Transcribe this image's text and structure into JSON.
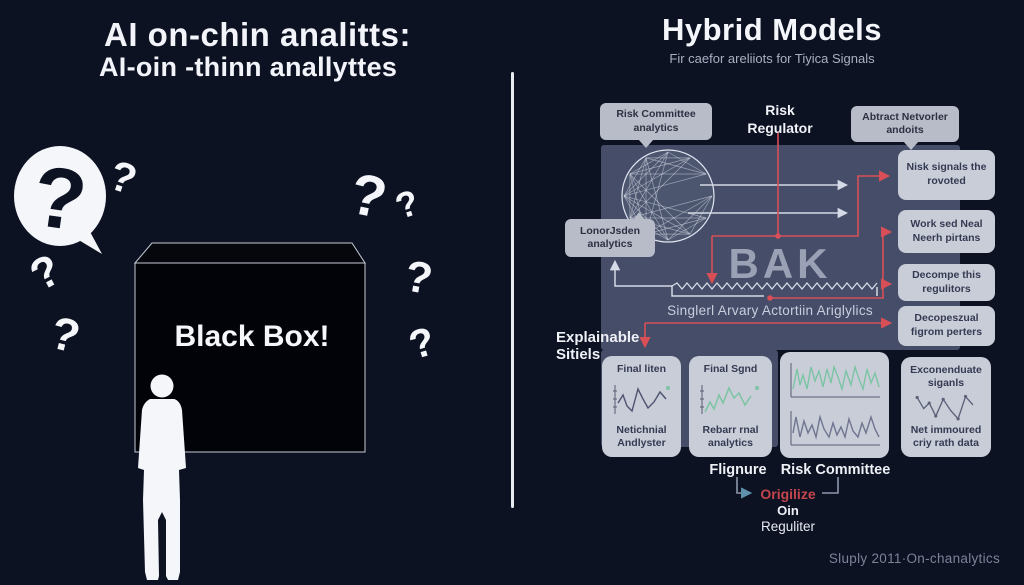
{
  "left": {
    "title_line1": "AI on-chin analitts:",
    "title_line2": "AI-oin -thinn anallyttes",
    "black_box_label": "Black Box!",
    "question_mark": "?"
  },
  "right": {
    "title": "Hybrid Models",
    "subtitle": "Fir caefor areliiots for Tiyica Signals",
    "bubble_risk_committee": "Risk Committee analytics",
    "label_risk_regulator": "Risk Regulator",
    "bubble_abstract_networker": "Abtract Netvorler andoits",
    "bubble_lonorjsden": "LonorJsden analytics",
    "bak_label": "BAK",
    "caption_signals": "Singlerl Arvary Actortiin Ariglylics",
    "label_explainable": "Explainable Sitiels",
    "side_boxes": [
      "Nisk signals the rovoted",
      "Work sed Neal Neerh pirtans",
      "Decompe this regulitors",
      "Decopeszual figrom perters"
    ],
    "bottom_boxes": [
      {
        "top": "Final liten",
        "bottom": "Netichnial Andlyster"
      },
      {
        "top": "Final Sgnd",
        "bottom": "Rebarr rnal analytics"
      },
      {
        "top": "",
        "bottom": ""
      },
      {
        "top": "Exconenduate siganls",
        "bottom": "Net immoured criy rath data"
      }
    ],
    "label_flignure": "Flignure",
    "label_risk_committee": "Risk Committee",
    "label_origilize": "Origilize",
    "label_oin": "Oin",
    "label_reguliter": "Reguliter",
    "footer": "Sluply 2011·On-chanalytics"
  },
  "colors": {
    "accent_red": "#d84f57",
    "panel": "#454d68",
    "light_box": "#c9cdd8",
    "green": "#7cc4a4",
    "origilize_red": "#c4454d"
  }
}
